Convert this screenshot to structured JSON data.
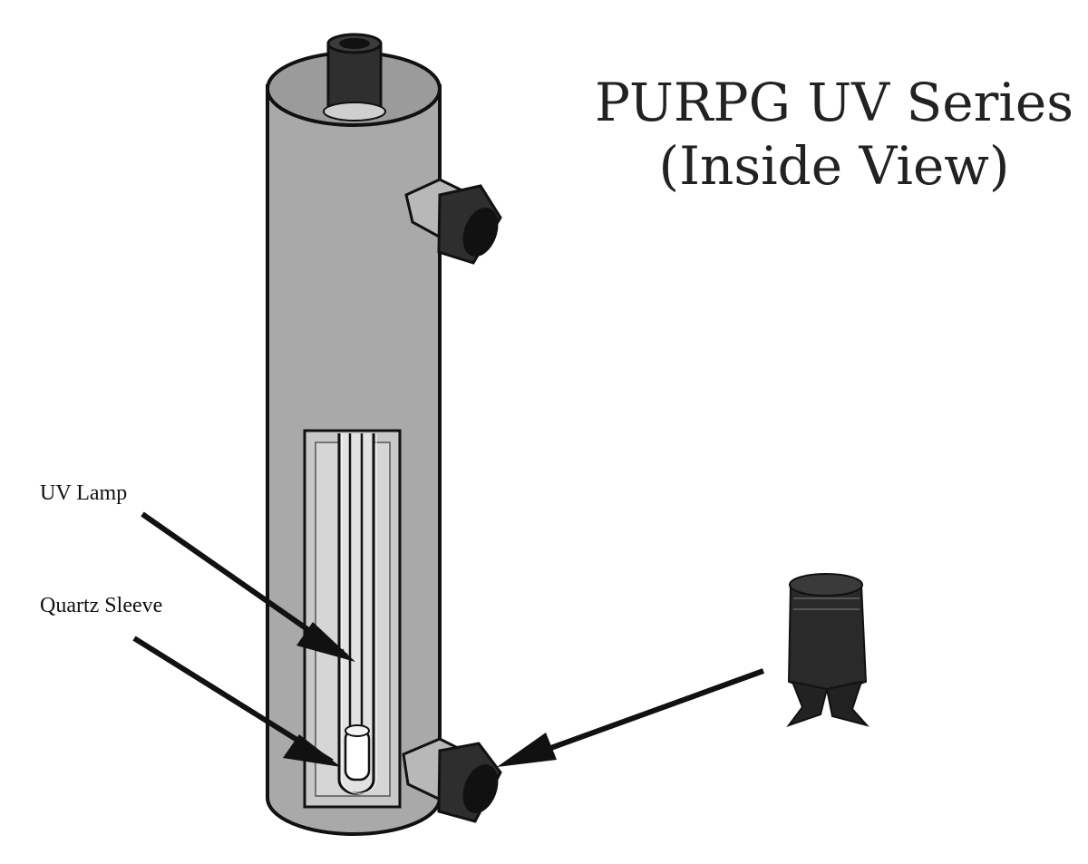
{
  "title": {
    "line1": "PURPG UV Series",
    "line2": "(Inside View)"
  },
  "callouts": {
    "uv_lamp": "UV Lamp",
    "quartz_sleeve": "Quartz Sleeve"
  },
  "colors": {
    "housing": "#a9a9a9",
    "housing_top": "#9b9b9b",
    "port_dark": "#2b2b2b",
    "cutaway_frame": "#c8c8c8",
    "cutaway_inner": "#d6d6d6",
    "outline": "#111111"
  }
}
